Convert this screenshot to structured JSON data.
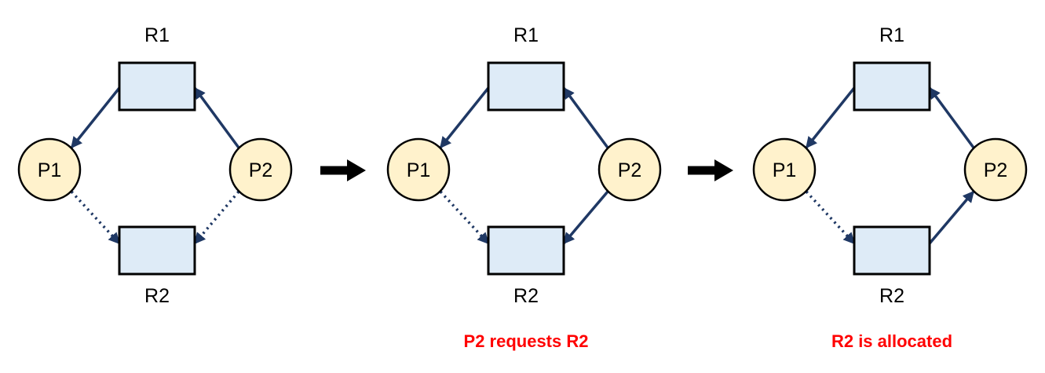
{
  "diagram": {
    "panels": [
      {
        "name": "state-1",
        "caption": "",
        "nodes": [
          {
            "id": "R1",
            "label": "R1",
            "type": "resource"
          },
          {
            "id": "P1",
            "label": "P1",
            "type": "process"
          },
          {
            "id": "P2",
            "label": "P2",
            "type": "process"
          },
          {
            "id": "R2",
            "label": "R2",
            "type": "resource"
          }
        ],
        "edges": [
          {
            "from": "R1",
            "to": "P1",
            "style": "solid"
          },
          {
            "from": "P2",
            "to": "R1",
            "style": "solid"
          },
          {
            "from": "P1",
            "to": "R2",
            "style": "dotted"
          },
          {
            "from": "P2",
            "to": "R2",
            "style": "dotted"
          }
        ]
      },
      {
        "name": "state-2",
        "caption": "P2 requests R2",
        "nodes": [
          {
            "id": "R1",
            "label": "R1",
            "type": "resource"
          },
          {
            "id": "P1",
            "label": "P1",
            "type": "process"
          },
          {
            "id": "P2",
            "label": "P2",
            "type": "process"
          },
          {
            "id": "R2",
            "label": "R2",
            "type": "resource"
          }
        ],
        "edges": [
          {
            "from": "R1",
            "to": "P1",
            "style": "solid"
          },
          {
            "from": "P2",
            "to": "R1",
            "style": "solid"
          },
          {
            "from": "P1",
            "to": "R2",
            "style": "dotted"
          },
          {
            "from": "P2",
            "to": "R2",
            "style": "solid"
          }
        ]
      },
      {
        "name": "state-3",
        "caption": "R2 is allocated",
        "nodes": [
          {
            "id": "R1",
            "label": "R1",
            "type": "resource"
          },
          {
            "id": "P1",
            "label": "P1",
            "type": "process"
          },
          {
            "id": "P2",
            "label": "P2",
            "type": "process"
          },
          {
            "id": "R2",
            "label": "R2",
            "type": "resource"
          }
        ],
        "edges": [
          {
            "from": "R1",
            "to": "P1",
            "style": "solid"
          },
          {
            "from": "P2",
            "to": "R1",
            "style": "solid"
          },
          {
            "from": "P1",
            "to": "R2",
            "style": "dotted"
          },
          {
            "from": "R2",
            "to": "P2",
            "style": "solid"
          }
        ]
      }
    ],
    "colors": {
      "process_fill": "#FFF2CC",
      "resource_fill": "#DEEBF7",
      "node_border": "#000000",
      "edge": "#1F3864",
      "caption": "#FF0000",
      "transition_arrow": "#000000",
      "label": "#000000"
    }
  }
}
